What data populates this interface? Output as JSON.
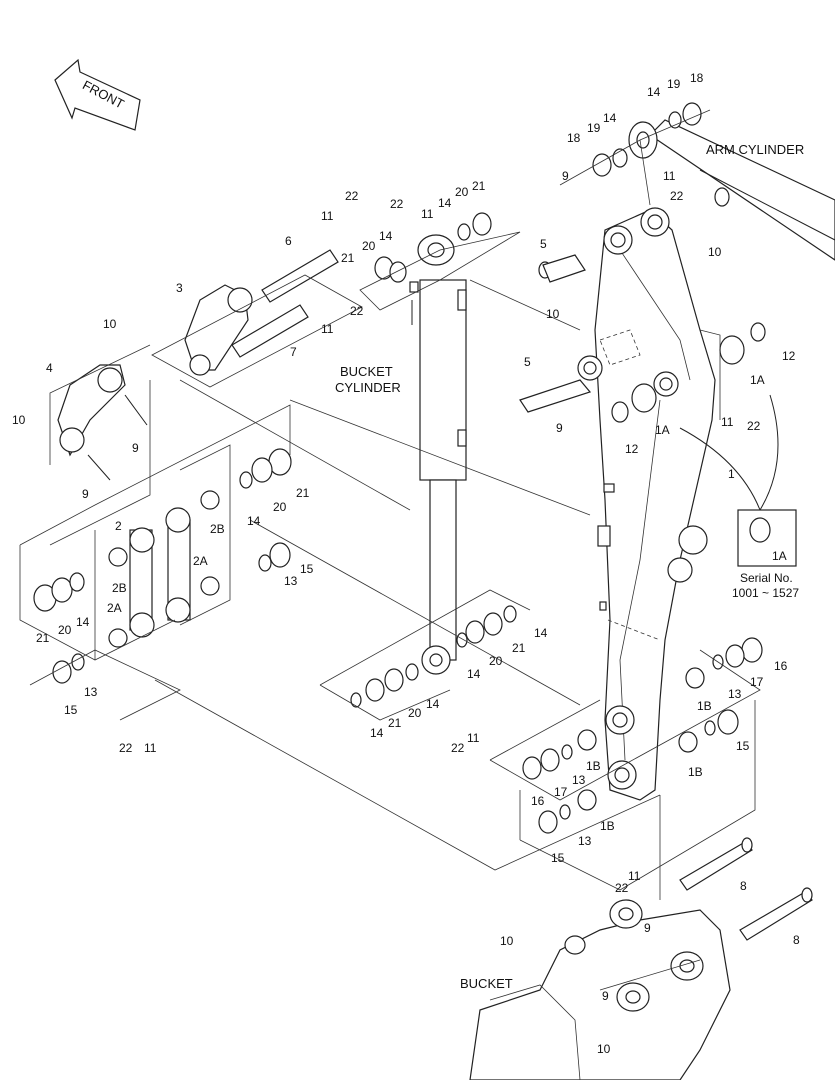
{
  "labels": {
    "front": "FRONT",
    "arm_cylinder": "ARM CYLINDER",
    "bucket_cylinder_1": "BUCKET",
    "bucket_cylinder_2": "CYLINDER",
    "bucket": "BUCKET",
    "serial_1": "Serial No.",
    "serial_2": "1001 ~ 1527"
  },
  "callouts": [
    "1",
    "1A",
    "1B",
    "2",
    "2A",
    "2B",
    "3",
    "4",
    "5",
    "6",
    "7",
    "8",
    "9",
    "10",
    "11",
    "12",
    "13",
    "14",
    "15",
    "16",
    "17",
    "18",
    "19",
    "20",
    "21",
    "22"
  ]
}
